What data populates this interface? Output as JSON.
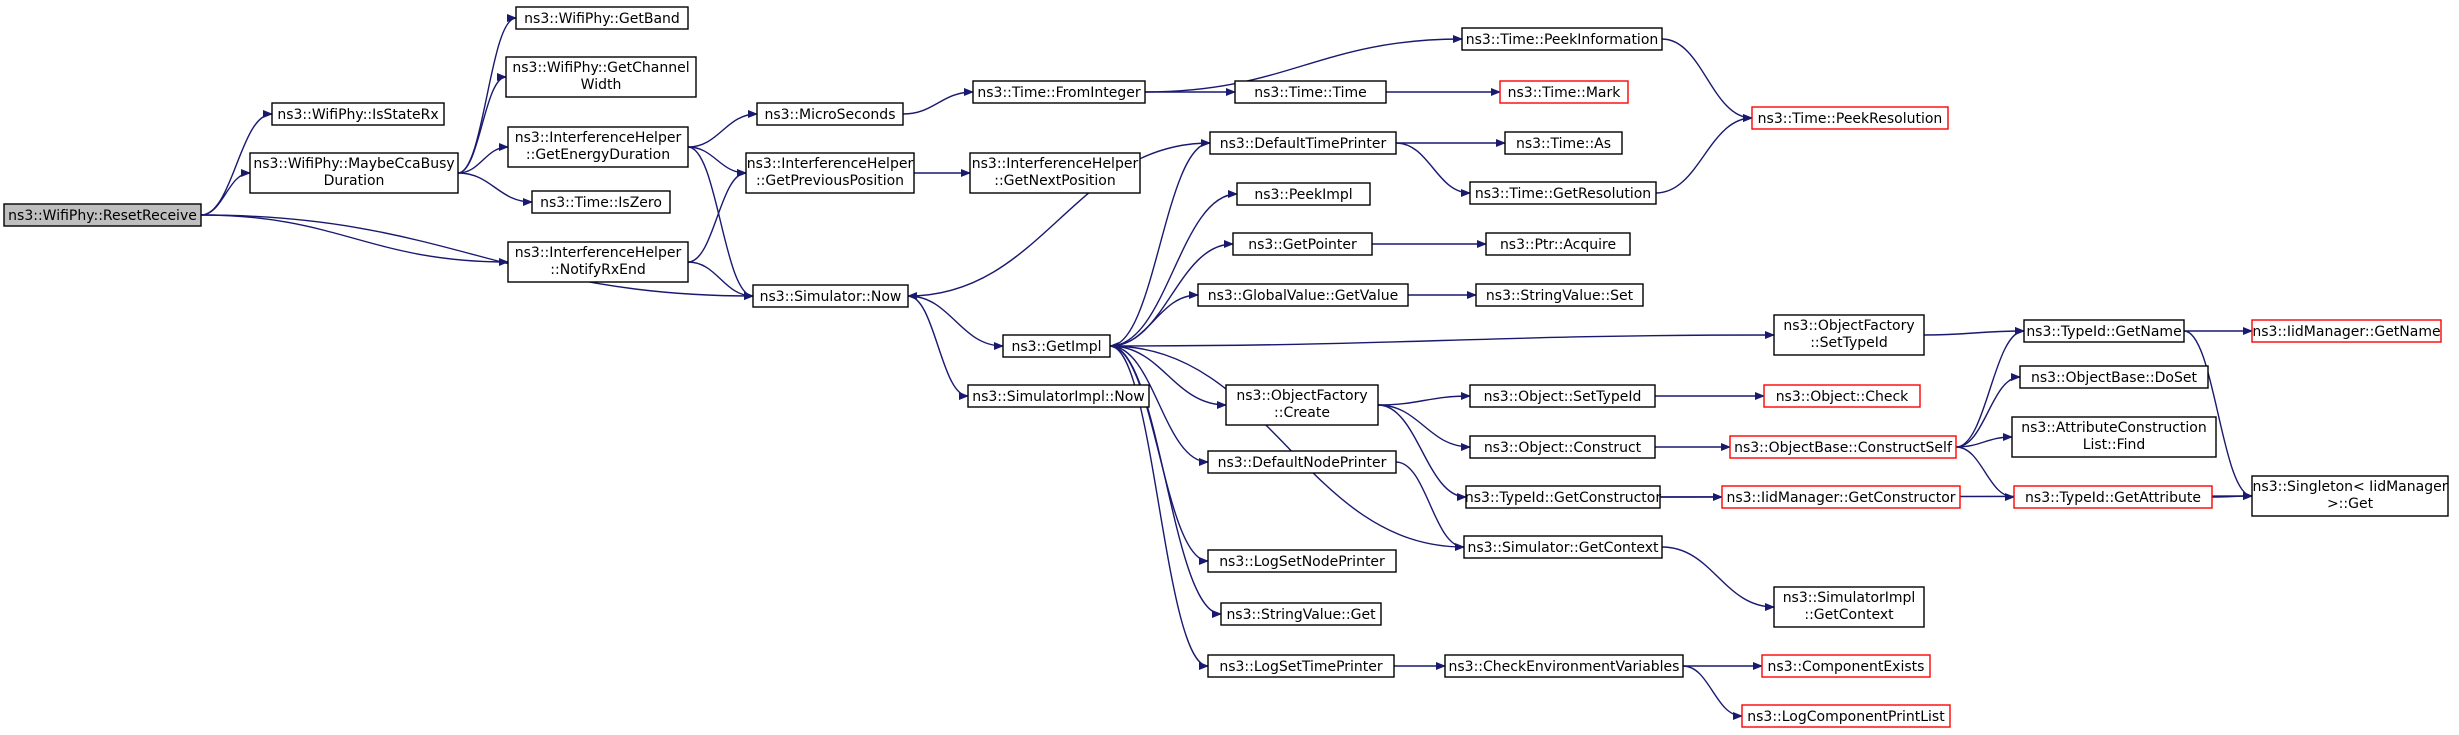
{
  "colors": {
    "edge": "#191970",
    "node_border": "#000000",
    "incomplete_border": "#ff0000",
    "root_fill": "#bfbfbf"
  },
  "nodes": [
    {
      "id": "resetReceive",
      "lines": [
        "ns3::WifiPhy::ResetReceive"
      ],
      "root": true
    },
    {
      "id": "isStateRx",
      "lines": [
        "ns3::WifiPhy::IsStateRx"
      ]
    },
    {
      "id": "maybeCca",
      "lines": [
        "ns3::WifiPhy::MaybeCcaBusy",
        "Duration"
      ]
    },
    {
      "id": "notifyRxEnd",
      "lines": [
        "ns3::InterferenceHelper",
        "::NotifyRxEnd"
      ]
    },
    {
      "id": "simNow",
      "lines": [
        "ns3::Simulator::Now"
      ]
    },
    {
      "id": "getBand",
      "lines": [
        "ns3::WifiPhy::GetBand"
      ]
    },
    {
      "id": "getChannelWidth",
      "lines": [
        "ns3::WifiPhy::GetChannel",
        "Width"
      ]
    },
    {
      "id": "getEnergyDuration",
      "lines": [
        "ns3::InterferenceHelper",
        "::GetEnergyDuration"
      ]
    },
    {
      "id": "timeIsZero",
      "lines": [
        "ns3::Time::IsZero"
      ]
    },
    {
      "id": "microSeconds",
      "lines": [
        "ns3::MicroSeconds"
      ]
    },
    {
      "id": "getPrevPos",
      "lines": [
        "ns3::InterferenceHelper",
        "::GetPreviousPosition"
      ]
    },
    {
      "id": "getNextPos",
      "lines": [
        "ns3::InterferenceHelper",
        "::GetNextPosition"
      ]
    },
    {
      "id": "fromInteger",
      "lines": [
        "ns3::Time::FromInteger"
      ]
    },
    {
      "id": "peekInfo",
      "lines": [
        "ns3::Time::PeekInformation"
      ]
    },
    {
      "id": "timeTime",
      "lines": [
        "ns3::Time::Time"
      ]
    },
    {
      "id": "timeMark",
      "lines": [
        "ns3::Time::Mark"
      ],
      "red": true
    },
    {
      "id": "peekResolution",
      "lines": [
        "ns3::Time::PeekResolution"
      ],
      "red": true
    },
    {
      "id": "getImpl",
      "lines": [
        "ns3::GetImpl"
      ]
    },
    {
      "id": "simImplNow",
      "lines": [
        "ns3::SimulatorImpl::Now"
      ]
    },
    {
      "id": "defaultTimePrinter",
      "lines": [
        "ns3::DefaultTimePrinter"
      ]
    },
    {
      "id": "timeAs",
      "lines": [
        "ns3::Time::As"
      ]
    },
    {
      "id": "getResolution",
      "lines": [
        "ns3::Time::GetResolution"
      ]
    },
    {
      "id": "peekImpl",
      "lines": [
        "ns3::PeekImpl"
      ]
    },
    {
      "id": "getPointer",
      "lines": [
        "ns3::GetPointer"
      ]
    },
    {
      "id": "ptrAcquire",
      "lines": [
        "ns3::Ptr::Acquire"
      ]
    },
    {
      "id": "globalGetValue",
      "lines": [
        "ns3::GlobalValue::GetValue"
      ]
    },
    {
      "id": "stringValueSet",
      "lines": [
        "ns3::StringValue::Set"
      ]
    },
    {
      "id": "objFactorySetTypeId",
      "lines": [
        "ns3::ObjectFactory",
        "::SetTypeId"
      ]
    },
    {
      "id": "typeIdGetName",
      "lines": [
        "ns3::TypeId::GetName"
      ]
    },
    {
      "id": "iidGetName",
      "lines": [
        "ns3::IidManager::GetName"
      ],
      "red": true
    },
    {
      "id": "objFactoryCreate",
      "lines": [
        "ns3::ObjectFactory",
        "::Create"
      ]
    },
    {
      "id": "objectSetTypeId",
      "lines": [
        "ns3::Object::SetTypeId"
      ]
    },
    {
      "id": "objectCheck",
      "lines": [
        "ns3::Object::Check"
      ],
      "red": true
    },
    {
      "id": "objectConstruct",
      "lines": [
        "ns3::Object::Construct"
      ]
    },
    {
      "id": "constructSelf",
      "lines": [
        "ns3::ObjectBase::ConstructSelf"
      ],
      "red": true
    },
    {
      "id": "doSet",
      "lines": [
        "ns3::ObjectBase::DoSet"
      ]
    },
    {
      "id": "attrFind",
      "lines": [
        "ns3::AttributeConstruction",
        "List::Find"
      ]
    },
    {
      "id": "getAttribute",
      "lines": [
        "ns3::TypeId::GetAttribute"
      ],
      "red": true
    },
    {
      "id": "singletonGet",
      "lines": [
        "ns3::Singleton< IidManager",
        ">::Get"
      ]
    },
    {
      "id": "defaultNodePrinter",
      "lines": [
        "ns3::DefaultNodePrinter"
      ]
    },
    {
      "id": "typeIdGetConstructor",
      "lines": [
        "ns3::TypeId::GetConstructor"
      ]
    },
    {
      "id": "iidGetConstructor",
      "lines": [
        "ns3::IidManager::GetConstructor"
      ],
      "red": true
    },
    {
      "id": "simGetContext",
      "lines": [
        "ns3::Simulator::GetContext"
      ]
    },
    {
      "id": "simImplGetContext",
      "lines": [
        "ns3::SimulatorImpl",
        "::GetContext"
      ]
    },
    {
      "id": "logSetNodePrinter",
      "lines": [
        "ns3::LogSetNodePrinter"
      ]
    },
    {
      "id": "stringValueGet",
      "lines": [
        "ns3::StringValue::Get"
      ]
    },
    {
      "id": "logSetTimePrinter",
      "lines": [
        "ns3::LogSetTimePrinter"
      ]
    },
    {
      "id": "checkEnvVars",
      "lines": [
        "ns3::CheckEnvironmentVariables"
      ]
    },
    {
      "id": "componentExists",
      "lines": [
        "ns3::ComponentExists"
      ],
      "red": true
    },
    {
      "id": "logComponentPrintList",
      "lines": [
        "ns3::LogComponentPrintList"
      ],
      "red": true
    }
  ],
  "edges": [
    [
      "resetReceive",
      "isStateRx"
    ],
    [
      "resetReceive",
      "maybeCca"
    ],
    [
      "resetReceive",
      "notifyRxEnd"
    ],
    [
      "resetReceive",
      "simNow"
    ],
    [
      "maybeCca",
      "getBand"
    ],
    [
      "maybeCca",
      "getChannelWidth"
    ],
    [
      "maybeCca",
      "getEnergyDuration"
    ],
    [
      "maybeCca",
      "timeIsZero"
    ],
    [
      "getEnergyDuration",
      "microSeconds"
    ],
    [
      "getEnergyDuration",
      "getPrevPos"
    ],
    [
      "getEnergyDuration",
      "simNow"
    ],
    [
      "notifyRxEnd",
      "getPrevPos"
    ],
    [
      "notifyRxEnd",
      "simNow"
    ],
    [
      "microSeconds",
      "fromInteger"
    ],
    [
      "getPrevPos",
      "getNextPos"
    ],
    [
      "fromInteger",
      "peekInfo"
    ],
    [
      "fromInteger",
      "timeTime"
    ],
    [
      "timeTime",
      "timeMark"
    ],
    [
      "peekInfo",
      "peekResolution"
    ],
    [
      "simNow",
      "getImpl"
    ],
    [
      "simNow",
      "simImplNow"
    ],
    [
      "getImpl",
      "defaultTimePrinter"
    ],
    [
      "getImpl",
      "peekImpl"
    ],
    [
      "getImpl",
      "getPointer"
    ],
    [
      "getImpl",
      "globalGetValue"
    ],
    [
      "getImpl",
      "objFactorySetTypeId"
    ],
    [
      "getImpl",
      "objFactoryCreate"
    ],
    [
      "getImpl",
      "defaultNodePrinter"
    ],
    [
      "getImpl",
      "logSetNodePrinter"
    ],
    [
      "getImpl",
      "stringValueGet"
    ],
    [
      "getImpl",
      "logSetTimePrinter"
    ],
    [
      "defaultTimePrinter",
      "simNow"
    ],
    [
      "defaultTimePrinter",
      "timeAs"
    ],
    [
      "defaultTimePrinter",
      "getResolution"
    ],
    [
      "getResolution",
      "peekResolution"
    ],
    [
      "getPointer",
      "ptrAcquire"
    ],
    [
      "globalGetValue",
      "stringValueSet"
    ],
    [
      "objFactorySetTypeId",
      "typeIdGetName"
    ],
    [
      "typeIdGetName",
      "iidGetName"
    ],
    [
      "typeIdGetName",
      "singletonGet"
    ],
    [
      "objFactoryCreate",
      "objectSetTypeId"
    ],
    [
      "objFactoryCreate",
      "objectConstruct"
    ],
    [
      "objFactoryCreate",
      "typeIdGetConstructor"
    ],
    [
      "objectSetTypeId",
      "objectCheck"
    ],
    [
      "objectConstruct",
      "constructSelf"
    ],
    [
      "constructSelf",
      "typeIdGetName"
    ],
    [
      "constructSelf",
      "doSet"
    ],
    [
      "constructSelf",
      "attrFind"
    ],
    [
      "constructSelf",
      "getAttribute"
    ],
    [
      "getAttribute",
      "singletonGet"
    ],
    [
      "typeIdGetConstructor",
      "iidGetConstructor"
    ],
    [
      "typeIdGetConstructor",
      "singletonGet"
    ],
    [
      "defaultNodePrinter",
      "simGetContext"
    ],
    [
      "simGetContext",
      "getImpl"
    ],
    [
      "simGetContext",
      "simImplGetContext"
    ],
    [
      "logSetTimePrinter",
      "checkEnvVars"
    ],
    [
      "checkEnvVars",
      "componentExists"
    ],
    [
      "checkEnvVars",
      "logComponentPrintList"
    ]
  ]
}
